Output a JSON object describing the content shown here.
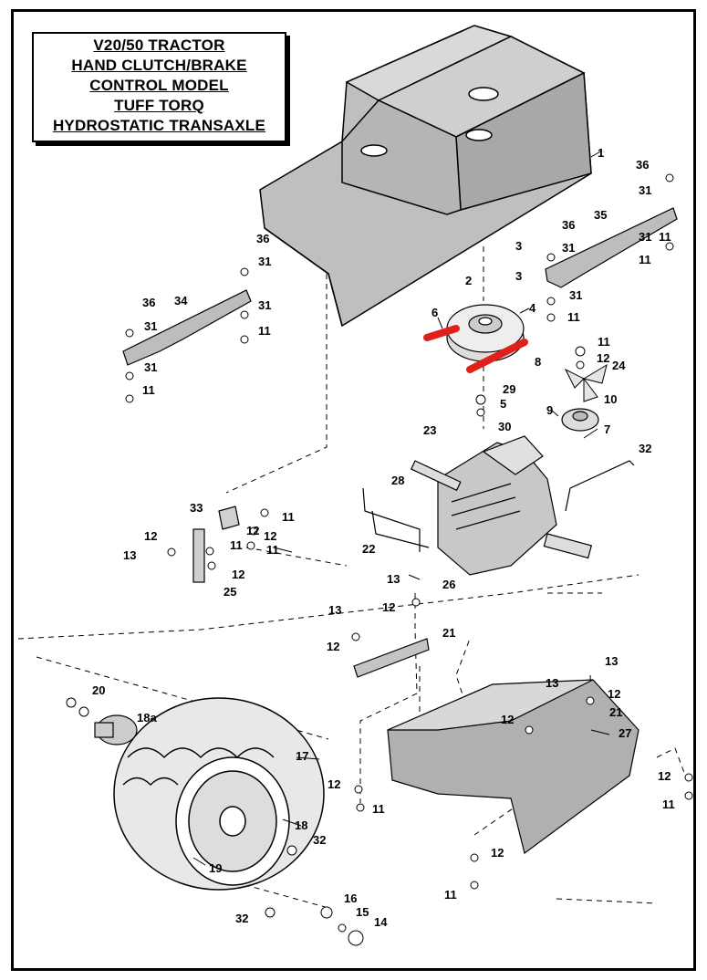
{
  "title_lines": [
    "V20/50 TRACTOR",
    "HAND CLUTCH/BRAKE",
    "CONTROL MODEL",
    "TUFF TORQ",
    "HYDROSTATIC TRANSAXLE"
  ],
  "highlight_color": "#e0201a",
  "parts": [
    {
      "id": "p1",
      "label": "1"
    },
    {
      "id": "p2",
      "label": "2"
    },
    {
      "id": "p3a",
      "label": "3"
    },
    {
      "id": "p3b",
      "label": "3"
    },
    {
      "id": "p4",
      "label": "4"
    },
    {
      "id": "p5",
      "label": "5"
    },
    {
      "id": "p6",
      "label": "6"
    },
    {
      "id": "p7",
      "label": "7"
    },
    {
      "id": "p8",
      "label": "8"
    },
    {
      "id": "p9",
      "label": "9"
    },
    {
      "id": "p10",
      "label": "10"
    },
    {
      "id": "p11a",
      "label": "11"
    },
    {
      "id": "p11b",
      "label": "11"
    },
    {
      "id": "p11c",
      "label": "11"
    },
    {
      "id": "p11d",
      "label": "11"
    },
    {
      "id": "p11e",
      "label": "11"
    },
    {
      "id": "p11f",
      "label": "11"
    },
    {
      "id": "p11g",
      "label": "11"
    },
    {
      "id": "p11h",
      "label": "11"
    },
    {
      "id": "p11i",
      "label": "11"
    },
    {
      "id": "p11j",
      "label": "11"
    },
    {
      "id": "p11k",
      "label": "11"
    },
    {
      "id": "p11l",
      "label": "11"
    },
    {
      "id": "p12a",
      "label": "12"
    },
    {
      "id": "p12b",
      "label": "12"
    },
    {
      "id": "p12c",
      "label": "12"
    },
    {
      "id": "p12d",
      "label": "12"
    },
    {
      "id": "p12e",
      "label": "12"
    },
    {
      "id": "p12f",
      "label": "12"
    },
    {
      "id": "p12g",
      "label": "12"
    },
    {
      "id": "p12h",
      "label": "12"
    },
    {
      "id": "p12i",
      "label": "12"
    },
    {
      "id": "p12j",
      "label": "12"
    },
    {
      "id": "p12k",
      "label": "12"
    },
    {
      "id": "p12l",
      "label": "12"
    },
    {
      "id": "p13a",
      "label": "13"
    },
    {
      "id": "p13b",
      "label": "13"
    },
    {
      "id": "p13c",
      "label": "13"
    },
    {
      "id": "p13d",
      "label": "13"
    },
    {
      "id": "p13e",
      "label": "13"
    },
    {
      "id": "p14",
      "label": "14"
    },
    {
      "id": "p15",
      "label": "15"
    },
    {
      "id": "p16",
      "label": "16"
    },
    {
      "id": "p17",
      "label": "17"
    },
    {
      "id": "p18",
      "label": "18"
    },
    {
      "id": "p18a",
      "label": "18a"
    },
    {
      "id": "p19",
      "label": "19"
    },
    {
      "id": "p20",
      "label": "20"
    },
    {
      "id": "p21a",
      "label": "21"
    },
    {
      "id": "p21b",
      "label": "21"
    },
    {
      "id": "p22",
      "label": "22"
    },
    {
      "id": "p23",
      "label": "23"
    },
    {
      "id": "p24",
      "label": "24"
    },
    {
      "id": "p25",
      "label": "25"
    },
    {
      "id": "p26",
      "label": "26"
    },
    {
      "id": "p27",
      "label": "27"
    },
    {
      "id": "p28",
      "label": "28"
    },
    {
      "id": "p29",
      "label": "29"
    },
    {
      "id": "p30",
      "label": "30"
    },
    {
      "id": "p31a",
      "label": "31"
    },
    {
      "id": "p31b",
      "label": "31"
    },
    {
      "id": "p31c",
      "label": "31"
    },
    {
      "id": "p31d",
      "label": "31"
    },
    {
      "id": "p31e",
      "label": "31"
    },
    {
      "id": "p31f",
      "label": "31"
    },
    {
      "id": "p31g",
      "label": "31"
    },
    {
      "id": "p31h",
      "label": "31"
    },
    {
      "id": "p32a",
      "label": "32"
    },
    {
      "id": "p32b",
      "label": "32"
    },
    {
      "id": "p32c",
      "label": "32"
    },
    {
      "id": "p33",
      "label": "33"
    },
    {
      "id": "p34",
      "label": "34"
    },
    {
      "id": "p35",
      "label": "35"
    },
    {
      "id": "p36a",
      "label": "36"
    },
    {
      "id": "p36b",
      "label": "36"
    },
    {
      "id": "p36c",
      "label": "36"
    },
    {
      "id": "p36d",
      "label": "36"
    }
  ]
}
